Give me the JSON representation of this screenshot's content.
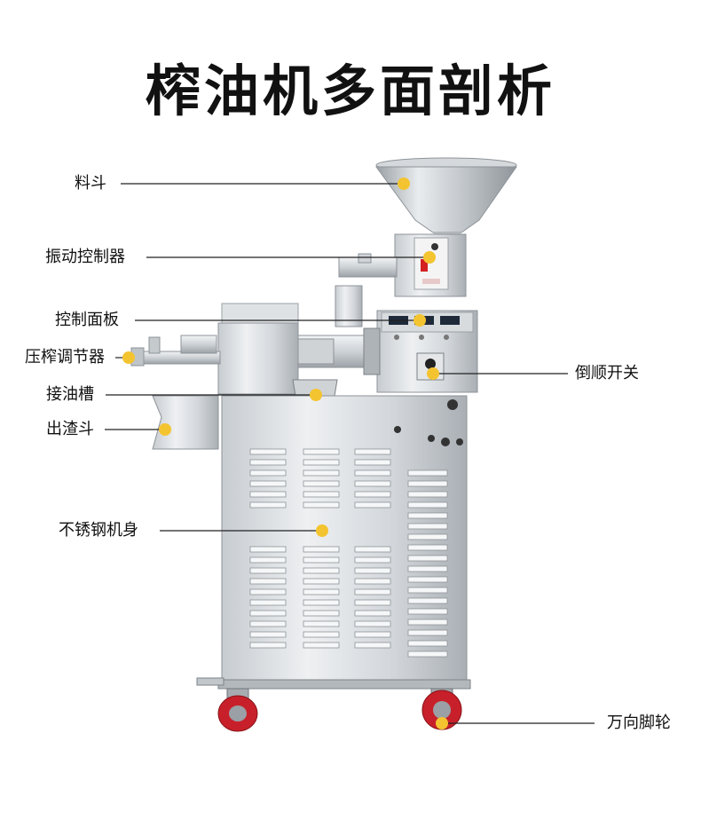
{
  "title": "榨油机多面剖析",
  "labels": {
    "hopper": "料斗",
    "vibration_controller": "振动控制器",
    "control_panel": "控制面板",
    "press_regulator": "压榨调节器",
    "oil_tank": "接油槽",
    "slag_hopper": "出渣斗",
    "body": "不锈钢机身",
    "reverse_switch": "倒顺开关",
    "casters": "万向脚轮"
  },
  "colors": {
    "marker": "#f4c430",
    "leader_line": "#222222",
    "steel_light": "#e2e5e8",
    "steel_mid": "#b9bec3",
    "steel_dark": "#7d8388",
    "wheel_red": "#c8202a"
  }
}
